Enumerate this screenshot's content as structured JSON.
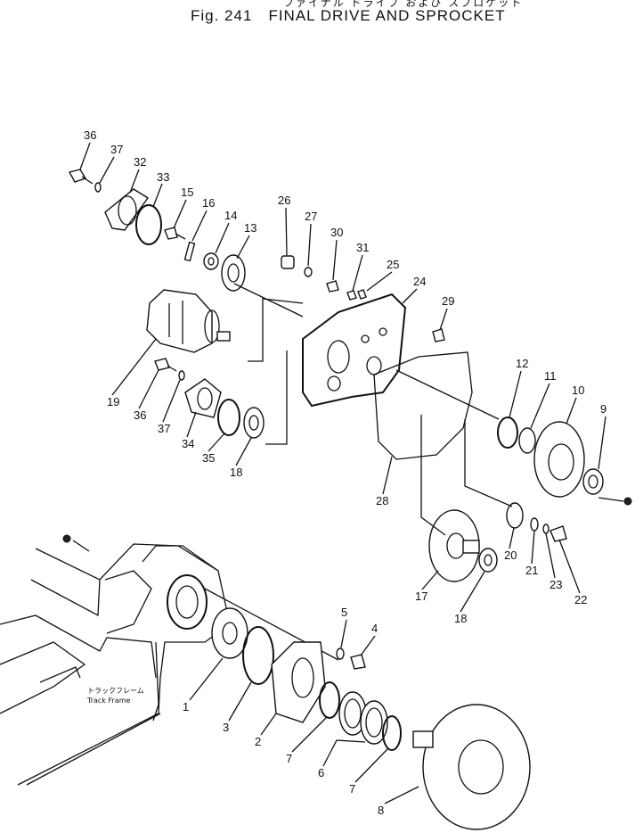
{
  "header": {
    "japanese_title": "ファイナル ドライブ および スプロケット",
    "figure_number": "Fig. 241",
    "figure_title": "FINAL DRIVE AND SPROCKET"
  },
  "track_frame": {
    "label_jp": "トラックフレーム",
    "label_en": "Track Frame"
  },
  "callouts": [
    {
      "id": "36a",
      "text": "36"
    },
    {
      "id": "37a",
      "text": "37"
    },
    {
      "id": "32",
      "text": "32"
    },
    {
      "id": "33",
      "text": "33"
    },
    {
      "id": "15",
      "text": "15"
    },
    {
      "id": "16",
      "text": "16"
    },
    {
      "id": "14",
      "text": "14"
    },
    {
      "id": "13",
      "text": "13"
    },
    {
      "id": "26",
      "text": "26"
    },
    {
      "id": "27",
      "text": "27"
    },
    {
      "id": "30",
      "text": "30"
    },
    {
      "id": "31",
      "text": "31"
    },
    {
      "id": "25",
      "text": "25"
    },
    {
      "id": "24",
      "text": "24"
    },
    {
      "id": "29",
      "text": "29"
    },
    {
      "id": "12",
      "text": "12"
    },
    {
      "id": "11",
      "text": "11"
    },
    {
      "id": "10",
      "text": "10"
    },
    {
      "id": "9",
      "text": "9"
    },
    {
      "id": "19",
      "text": "19"
    },
    {
      "id": "36b",
      "text": "36"
    },
    {
      "id": "37b",
      "text": "37"
    },
    {
      "id": "34",
      "text": "34"
    },
    {
      "id": "35",
      "text": "35"
    },
    {
      "id": "18a",
      "text": "18"
    },
    {
      "id": "28",
      "text": "28"
    },
    {
      "id": "20",
      "text": "20"
    },
    {
      "id": "21",
      "text": "21"
    },
    {
      "id": "23",
      "text": "23"
    },
    {
      "id": "22",
      "text": "22"
    },
    {
      "id": "17",
      "text": "17"
    },
    {
      "id": "18b",
      "text": "18"
    },
    {
      "id": "5",
      "text": "5"
    },
    {
      "id": "4",
      "text": "4"
    },
    {
      "id": "1",
      "text": "1"
    },
    {
      "id": "3",
      "text": "3"
    },
    {
      "id": "2",
      "text": "2"
    },
    {
      "id": "7a",
      "text": "7"
    },
    {
      "id": "6",
      "text": "6"
    },
    {
      "id": "7b",
      "text": "7"
    },
    {
      "id": "8",
      "text": "8"
    }
  ]
}
